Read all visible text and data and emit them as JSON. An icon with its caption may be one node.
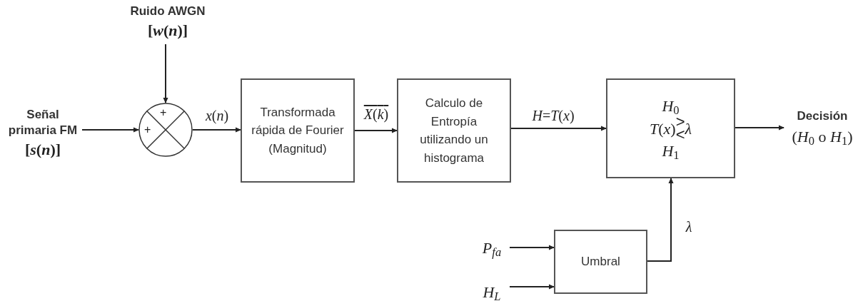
{
  "diagram": {
    "nodes": [
      {
        "text": [
          "Señal primaria FM",
          "[*s*(*n*)]"
        ]
      },
      {
        "text": [
          "Ruido AWGN",
          "[*w*(*n*)]"
        ]
      },
      {
        "text": [
          "+",
          "+"
        ]
      },
      {
        "text": [
          "Transformada rápida de Fourier (Magnitud)"
        ]
      },
      {
        "text": [
          "Calculo de Entropía utilizando un histograma"
        ]
      },
      {
        "text": [
          "*H*$_{0}$",
          "*T*(*x*)",
          ">",
          "<",
          "*λ*",
          "*H*$_{1}$"
        ]
      },
      {
        "text": [
          "Decisión",
          "(*H*$_{0}$ o *H*$_{1}$)"
        ]
      },
      {
        "text": [
          "Umbral"
        ]
      },
      {
        "text": [
          "P$_{fa}$"
        ]
      },
      {
        "text": [
          "H$_{L}$"
        ]
      }
    ],
    "edges": [
      {
        "from": 0,
        "to": 2,
        "arrow": "to"
      },
      {
        "from": 1,
        "to": 2,
        "arrow": "to"
      },
      {
        "from": 2,
        "to": 3,
        "arrow": "to",
        "label": "*x*(*n*)"
      },
      {
        "from": 3,
        "to": 4,
        "arrow": "to",
        "label": "*X*(*k*)"
      },
      {
        "from": 4,
        "to": 5,
        "arrow": "to",
        "label": "*H*=*T*(*x*)"
      },
      {
        "from": 5,
        "to": 6,
        "arrow": "to"
      },
      {
        "from": 7,
        "to": 5,
        "arrow": "to",
        "label": "*λ*"
      },
      {
        "from": 8,
        "to": 7,
        "arrow": "to"
      },
      {
        "from": 9,
        "to": 7,
        "arrow": "to"
      }
    ]
  }
}
